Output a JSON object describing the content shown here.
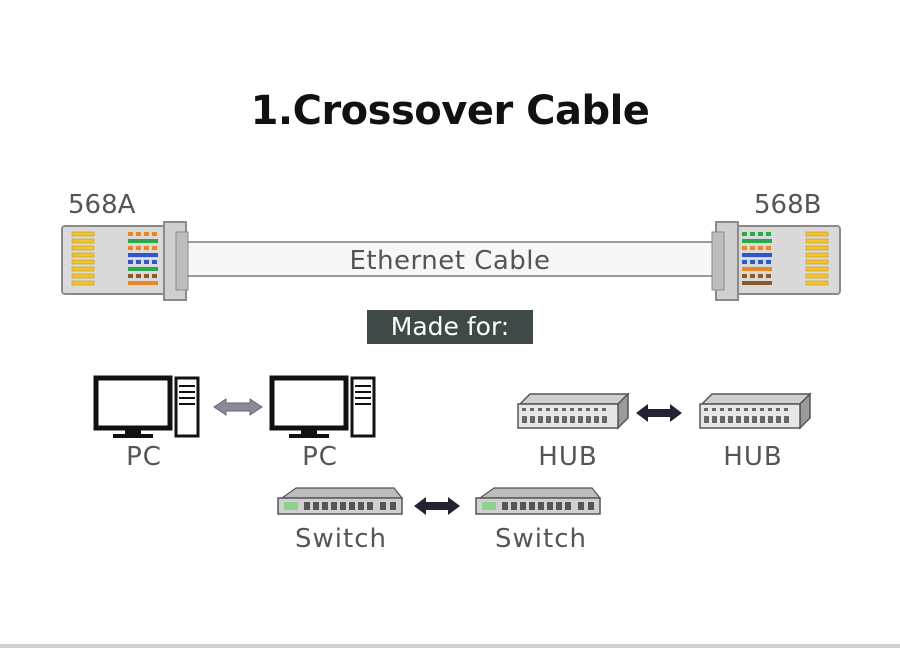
{
  "title": "1.Crossover Cable",
  "left_standard": "568A",
  "right_standard": "568B",
  "cable_label": "Ethernet Cable",
  "made_for_label": "Made for:",
  "devices": {
    "pc_left": "PC",
    "pc_right": "PC",
    "hub_left": "HUB",
    "hub_right": "HUB",
    "switch_left": "Switch",
    "switch_right": "Switch"
  },
  "colors": {
    "gold_pins": "#f2c230",
    "wire_orange": "#e8862a",
    "wire_green": "#2aa84a",
    "wire_blue": "#2f57c8",
    "wire_brown": "#8a5a2b",
    "arrow_dark": "#222233",
    "arrow_gray": "#777788",
    "badge_bg": "#3f4a48"
  },
  "icons": [
    "rj45-connector-icon",
    "monitor-icon",
    "tower-icon",
    "hub-icon",
    "switch-icon",
    "double-arrow-icon"
  ]
}
